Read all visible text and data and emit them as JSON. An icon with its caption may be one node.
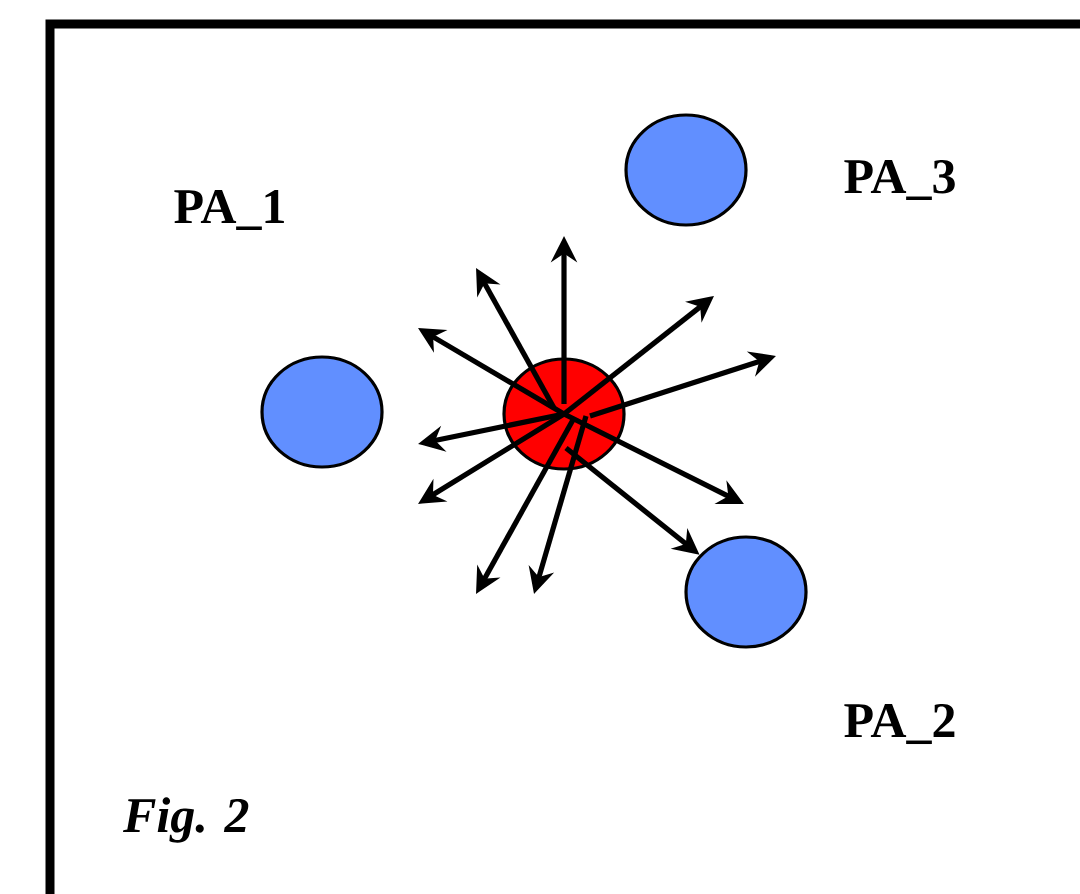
{
  "diagram": {
    "caption": "Fig. 2",
    "nodes": [
      {
        "text": [],
        "shape": "circle",
        "beside": [
          "PA_3"
        ]
      },
      {
        "text": [],
        "shape": "circle",
        "beside": [
          "PA_1"
        ]
      },
      {
        "text": [],
        "shape": "circle"
      },
      {
        "text": [],
        "shape": "circle",
        "beside": [
          "PA_2"
        ]
      }
    ],
    "edges": [
      {
        "from": 2,
        "to": null,
        "arrow": "to"
      },
      {
        "from": 2,
        "to": null,
        "arrow": "to"
      },
      {
        "from": 2,
        "to": null,
        "arrow": "to"
      },
      {
        "from": 2,
        "to": null,
        "arrow": "to"
      },
      {
        "from": 2,
        "to": null,
        "arrow": "to"
      },
      {
        "from": 2,
        "to": null,
        "arrow": "to"
      },
      {
        "from": 2,
        "to": null,
        "arrow": "to"
      },
      {
        "from": 2,
        "to": null,
        "arrow": "to"
      },
      {
        "from": 2,
        "to": null,
        "arrow": "to"
      },
      {
        "from": 2,
        "to": 3,
        "arrow": "to"
      },
      {
        "from": 2,
        "to": null,
        "arrow": "to"
      }
    ]
  }
}
